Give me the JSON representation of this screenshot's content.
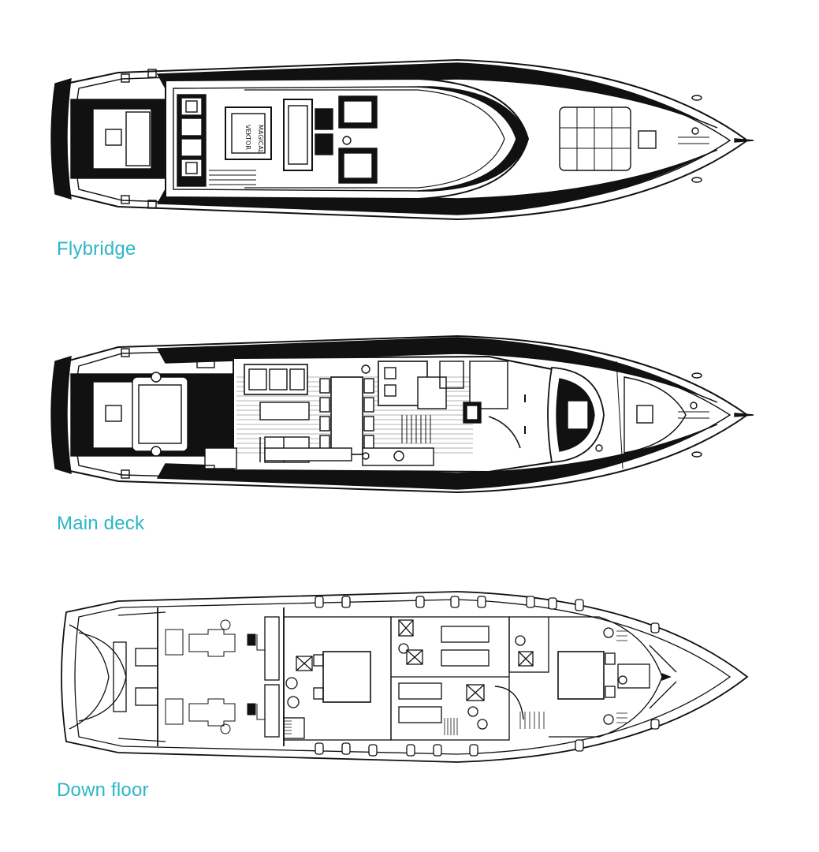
{
  "theme": {
    "caption_color": "#2bb6c6",
    "line_color": "#111111",
    "background": "#ffffff"
  },
  "decks": [
    {
      "id": "flybridge",
      "caption": "Flybridge",
      "icon": "flybridge-plan-icon",
      "console_labels": [
        "VEKTOR",
        "MAGICAL"
      ]
    },
    {
      "id": "main",
      "caption": "Main deck",
      "icon": "main-deck-plan-icon"
    },
    {
      "id": "down",
      "caption": "Down floor",
      "icon": "down-floor-plan-icon"
    }
  ]
}
